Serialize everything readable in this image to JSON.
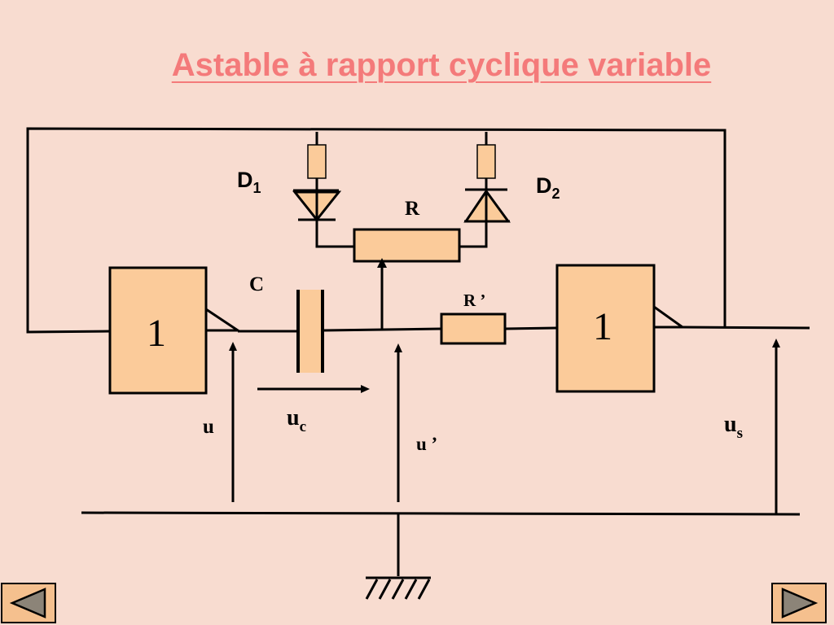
{
  "title": "Astable à rapport cyclique variable",
  "labels": {
    "d1": "D",
    "d1_sub": "1",
    "d2": "D",
    "d2_sub": "2",
    "r": "R",
    "r_prime": "R ’",
    "c": "C",
    "gate1": "1",
    "gate2": "1",
    "u": "u",
    "uc": "u",
    "uc_sub": "c",
    "u_prime": "u ’",
    "us": "u",
    "us_sub": "s"
  },
  "colors": {
    "background": "#f8dcd0",
    "component_fill": "#fbcb9a",
    "title": "#f47a7a",
    "nav_fill": "#f5c08e",
    "nav_arrow": "#8c8478"
  },
  "navigation": {
    "prev_icon": "triangle-left-icon",
    "next_icon": "triangle-right-icon"
  }
}
